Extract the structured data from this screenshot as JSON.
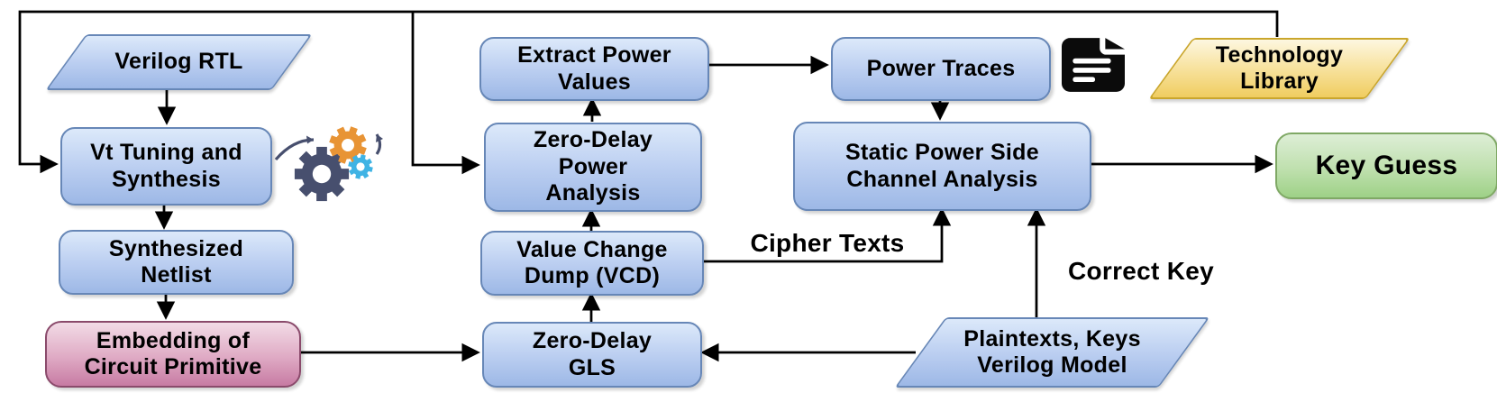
{
  "nodes": {
    "verilog_rtl": {
      "label": "Verilog RTL"
    },
    "vt_tuning": {
      "label": "Vt Tuning and\nSynthesis"
    },
    "synthesized_netlist": {
      "label": "Synthesized\nNetlist"
    },
    "embedding": {
      "label": "Embedding of\nCircuit Primitive"
    },
    "extract_power": {
      "label": "Extract Power\nValues"
    },
    "zero_delay_power": {
      "label": "Zero-Delay\nPower\nAnalysis"
    },
    "vcd": {
      "label": "Value Change\nDump (VCD)"
    },
    "zero_delay_gls": {
      "label": "Zero-Delay\nGLS"
    },
    "power_traces": {
      "label": "Power Traces"
    },
    "static_power": {
      "label": "Static Power Side\nChannel Analysis"
    },
    "technology_library": {
      "label": "Technology\nLibrary"
    },
    "key_guess": {
      "label": "Key Guess"
    },
    "plaintexts": {
      "label": "Plaintexts, Keys\nVerilog Model"
    }
  },
  "edge_labels": {
    "cipher_texts": "Cipher Texts",
    "correct_key": "Correct Key"
  },
  "icons": {
    "synthesis": "gears-icon",
    "power_traces_file": "document-icon"
  },
  "colors": {
    "edge": "#000000",
    "blue-top": "#dce9fa",
    "blue-bottom": "#9db8e6",
    "blue-border": "#6787b7",
    "pink-top": "#f2dbe6",
    "pink-bottom": "#c77ba3",
    "pink-border": "#8a4a6b",
    "yellow-top": "#fdf7e0",
    "yellow-bottom": "#f0cd60",
    "yellow-border": "#caa62c",
    "green-top": "#ddeed6",
    "green-bottom": "#9ed187",
    "green-border": "#7fa865",
    "gear-dark": "#474f6e",
    "gear-orange": "#e89435",
    "gear-blue": "#3fb3e4",
    "doc-icon": "#0b0b0b"
  }
}
